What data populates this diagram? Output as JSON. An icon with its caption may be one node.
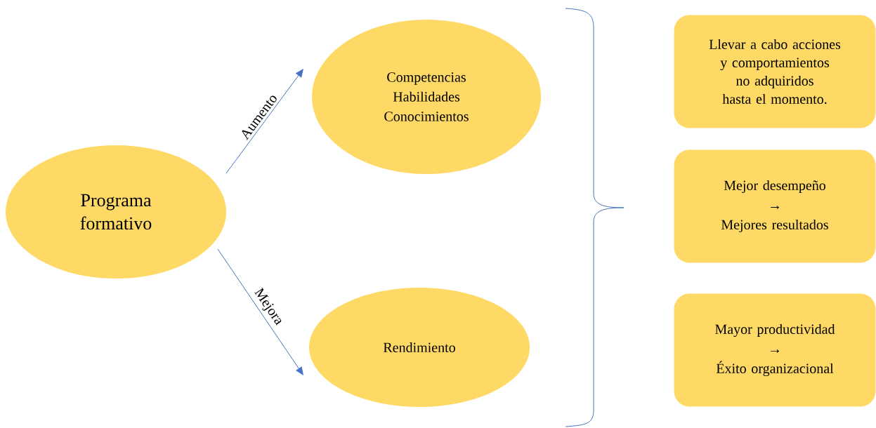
{
  "diagram": {
    "nodes": [
      {
        "text": [
          "Programa formativo"
        ]
      },
      {
        "text": [
          "Competencias",
          "Habilidades",
          "Conocimientos"
        ]
      },
      {
        "text": [
          "Rendimiento"
        ]
      },
      {
        "text": [
          "Llevar a cabo acciones y comportamientos no adquiridos hasta el momento."
        ]
      },
      {
        "text": [
          "Mejor desempeño",
          "→",
          "Mejores resultados"
        ]
      },
      {
        "text": [
          "Mayor productividad",
          "→",
          "Éxito organizacional"
        ]
      }
    ],
    "edges": [
      {
        "from": 0,
        "to": 1,
        "arrow": "to",
        "label": "Aumento"
      },
      {
        "from": 0,
        "to": 2,
        "arrow": "to",
        "label": "Mejora"
      }
    ]
  }
}
